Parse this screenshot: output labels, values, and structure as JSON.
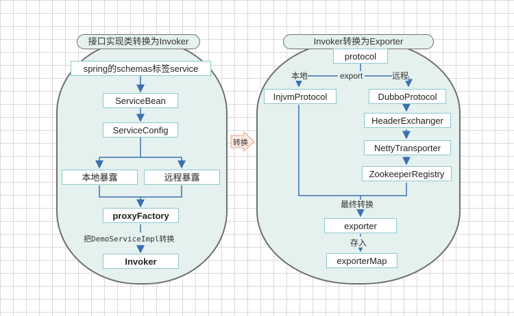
{
  "left_panel": {
    "title": "接口实现类转换为Invoker",
    "nodes": {
      "spring_schema": "spring的schemas标签service",
      "service_bean": "ServiceBean",
      "service_config": "ServiceConfig",
      "local_expose": "本地暴露",
      "remote_expose": "远程暴露",
      "proxy_factory": "proxyFactory",
      "invoker": "Invoker"
    },
    "edge_label": "把DemoServiceImpl转换"
  },
  "transition_label": "转换",
  "right_panel": {
    "title": "Invoker转换为Exporter",
    "nodes": {
      "protocol": "protocol",
      "injvm_protocol": "InjvmProtocol",
      "dubbo_protocol": "DubboProtocol",
      "header_exchanger": "HeaderExchanger",
      "netty_transporter": "NettyTransporter",
      "zookeeper_registry": "ZookeeperRegistry",
      "exporter": "exporter",
      "exporter_map": "exporterMap"
    },
    "labels": {
      "local": "本地",
      "export": "export",
      "remote": "远程",
      "final_convert": "最终转换",
      "store": "存入"
    }
  },
  "colors": {
    "panel_fill": "#e4f1ee",
    "box_border": "#8fc7cc",
    "arrow": "#3d6fb0"
  }
}
